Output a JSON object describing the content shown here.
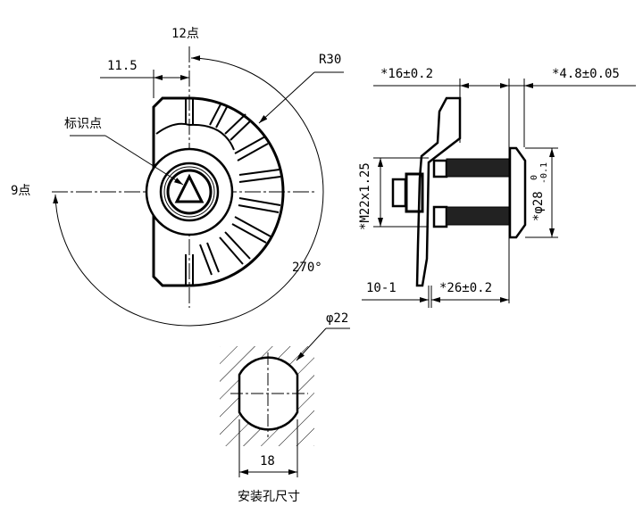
{
  "front_view": {
    "top_label": "12点",
    "left_label": "9点",
    "offset_dim": "11.5",
    "radius_dim": "R30",
    "marker_label": "标识点",
    "rotation_angle": "270°"
  },
  "side_view": {
    "depth_dim": "*16±0.2",
    "head_dim": "*4.8±0.05",
    "thread_dim": "*M22x1.25",
    "diameter_dim": "*φ28",
    "diameter_tol_upper": "0",
    "diameter_tol_lower": "-0.1",
    "panel_dim": "10-1",
    "length_dim": "*26±0.2"
  },
  "mounting_hole": {
    "diameter_dim": "φ22",
    "width_dim": "18",
    "title": "安装孔尺寸"
  }
}
